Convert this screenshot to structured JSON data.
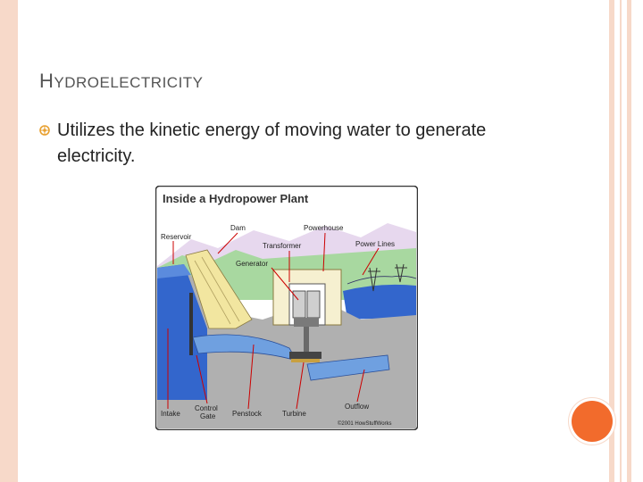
{
  "slide": {
    "title_first": "H",
    "title_rest": "YDROELECTRICITY",
    "bullet": "Utilizes the kinetic energy of moving water to generate electricity."
  },
  "diagram": {
    "heading": "Inside a Hydropower Plant",
    "labels": {
      "reservoir": "Reservoir",
      "dam": "Dam",
      "powerhouse": "Powerhouse",
      "transformer": "Transformer",
      "power_lines": "Power Lines",
      "generator": "Generator",
      "intake": "Intake",
      "control_gate_1": "Control",
      "control_gate_2": "Gate",
      "penstock": "Penstock",
      "turbine": "Turbine",
      "outflow": "Outflow",
      "copyright": "©2001 HowStuffWorks"
    }
  },
  "colors": {
    "accent_orange": "#f26b2c",
    "frame_peach": "#f7d9c9",
    "bullet_orange": "#e8a030",
    "water_blue": "#3366cc",
    "rock_gray": "#b0b0b0",
    "dam_yellow": "#f2e6a0",
    "hill_green": "#a8d8a0",
    "label_red": "#cc0000"
  }
}
